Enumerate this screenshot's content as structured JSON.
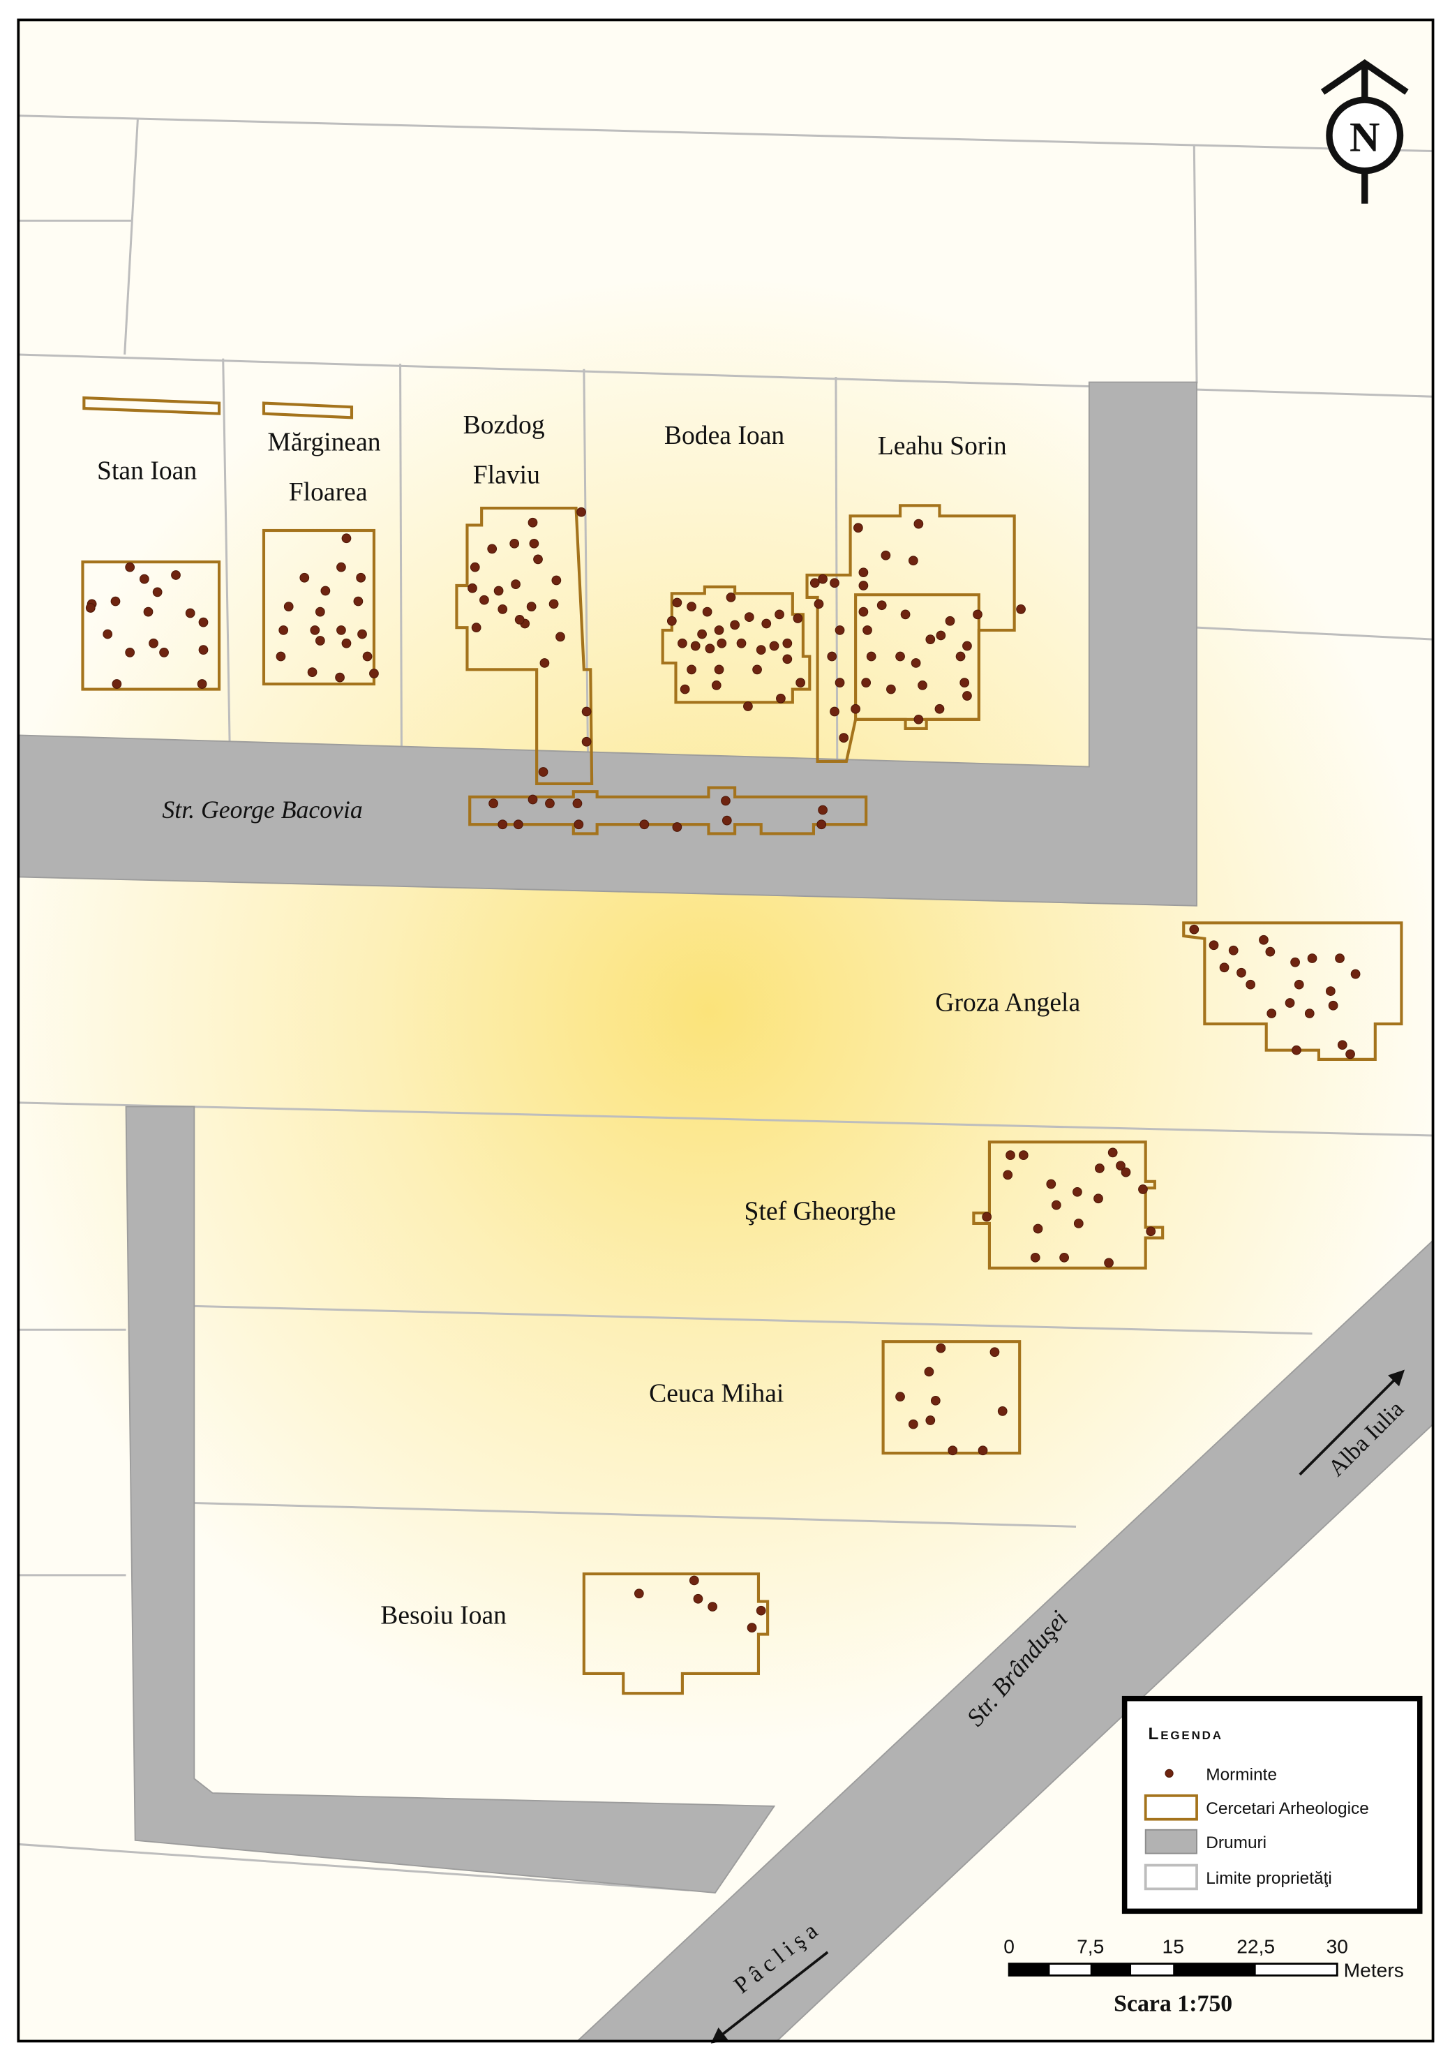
{
  "map": {
    "owners": [
      "Stan Ioan",
      "Mărginean",
      "Floarea",
      "Bozdog",
      "Flaviu",
      "Bodea Ioan",
      "Leahu Sorin",
      "Groza Angela",
      "Ştef Gheorghe",
      "Ceuca Mihai",
      "Besoiu Ioan"
    ],
    "streets": {
      "bacovia": "Str. George Bacovia",
      "brandusei": "Str. Brânduşei",
      "alba_iulia": "Alba Iulia",
      "paclisa": "Pâclişa"
    },
    "north_label": "N"
  },
  "legend": {
    "title": "Legenda",
    "items": [
      "Morminte",
      "Cercetari Arheologice",
      "Drumuri",
      "Limite proprietăţi"
    ]
  },
  "scale_bar": {
    "ticks": [
      "0",
      "7,5",
      "15",
      "22,5",
      "30"
    ],
    "unit": "Meters",
    "caption": "Scara 1:750"
  },
  "colors": {
    "excavation": "#a4731c",
    "road": "#b2b2b2",
    "burial": "#6e2410",
    "property": "#bdbdbd"
  }
}
